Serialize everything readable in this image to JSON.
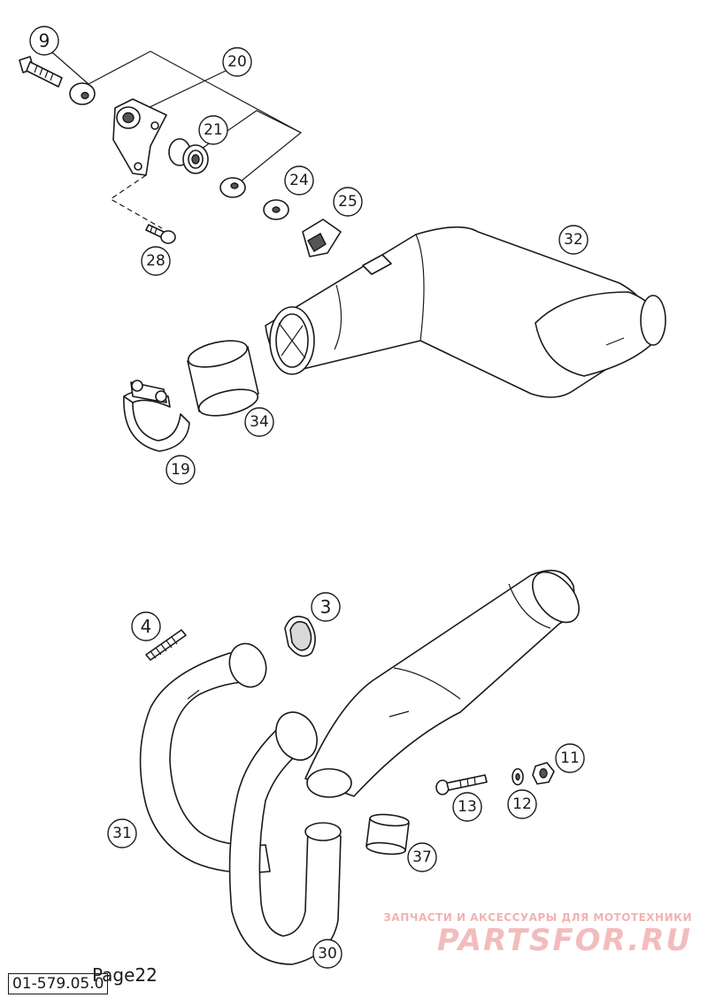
{
  "diagram": {
    "callouts": {
      "c9": "9",
      "c20": "20",
      "c21": "21",
      "c24": "24",
      "c25": "25",
      "c28": "28",
      "c32": "32",
      "c34": "34",
      "c19": "19",
      "c4": "4",
      "c3": "3",
      "c11": "11",
      "c12": "12",
      "c13": "13",
      "c31": "31",
      "c37": "37",
      "c30": "30"
    }
  },
  "footer": {
    "code": "01-579.05.0",
    "page": "Page22"
  },
  "watermark": {
    "tagline": "ЗАПЧАСТИ И АКСЕССУАРЫ ДЛЯ МОТОТЕХНИКИ",
    "logo": "PARTSFOR.RU"
  }
}
